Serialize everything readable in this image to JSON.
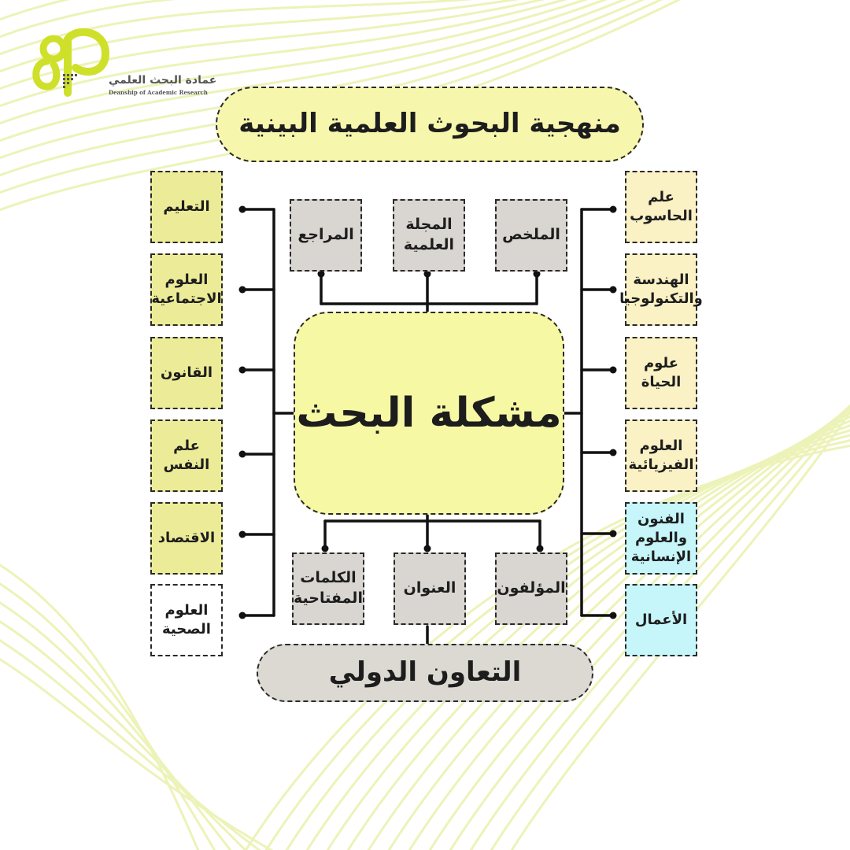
{
  "logo": {
    "arabic": "عمادة البحث العلمي",
    "english": "Deanship of Academic Research",
    "color": "#cfe02a"
  },
  "title": "منهجية البحوث العلمية البينية",
  "center": "مشكلة البحث",
  "footer": "التعاون الدولي",
  "top_nodes": [
    {
      "lines": [
        "المراجع"
      ]
    },
    {
      "lines": [
        "المجلة",
        "العلمية"
      ]
    },
    {
      "lines": [
        "الملخص"
      ]
    }
  ],
  "bottom_nodes": [
    {
      "lines": [
        "الكلمات",
        "المفتاحية"
      ]
    },
    {
      "lines": [
        "العنوان"
      ]
    },
    {
      "lines": [
        "المؤلفون"
      ]
    }
  ],
  "left_nodes": [
    {
      "lines": [
        "التعليم"
      ],
      "color": "#ecec98"
    },
    {
      "lines": [
        "العلوم",
        "الاجتماعية"
      ],
      "color": "#ecec98"
    },
    {
      "lines": [
        "القانون"
      ],
      "color": "#ecec98"
    },
    {
      "lines": [
        "علم",
        "النفس"
      ],
      "color": "#ecec98"
    },
    {
      "lines": [
        "الاقتصاد"
      ],
      "color": "#ecec98"
    },
    {
      "lines": [
        "العلوم",
        "الصحية"
      ],
      "color": "#ffffff"
    }
  ],
  "right_nodes": [
    {
      "lines": [
        "علم",
        "الحاسوب"
      ],
      "color": "#faf1c4"
    },
    {
      "lines": [
        "الهندسة",
        "والتكنولوجيا"
      ],
      "color": "#faf1c4"
    },
    {
      "lines": [
        "علوم",
        "الحياة"
      ],
      "color": "#faf1c4"
    },
    {
      "lines": [
        "العلوم",
        "الفيزيائية"
      ],
      "color": "#faf1c4"
    },
    {
      "lines": [
        "الفنون",
        "والعلوم",
        "الإنسانية"
      ],
      "color": "#c6f6f9"
    },
    {
      "lines": [
        "الأعمال"
      ],
      "color": "#c6f6f9"
    }
  ],
  "colors": {
    "node_gray": "#d9d6d1",
    "line": "#111111",
    "bg_stroke": "#edf3b8"
  }
}
